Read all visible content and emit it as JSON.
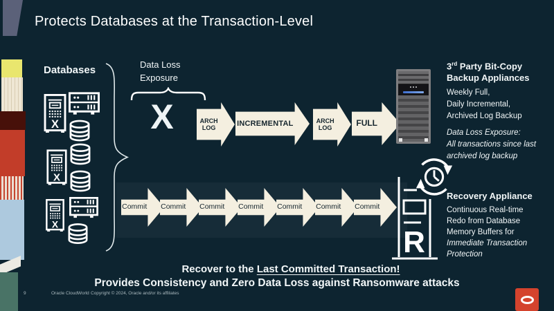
{
  "slide": {
    "title": "Protects Databases at the Transaction-Level",
    "page_number": "9",
    "footer_brand": "Oracle CloudWorld",
    "footer_copyright": "Copyright © 2024, Oracle and/or its affiliates"
  },
  "databases": {
    "label": "Databases",
    "tower_letter": "X"
  },
  "data_loss": {
    "line1": "Data Loss",
    "line2": "Exposure",
    "x_mark": "X"
  },
  "top_flow": {
    "steps": [
      "ARCH LOG",
      "INCREMENTAL",
      "ARCH LOG",
      "FULL"
    ]
  },
  "backup_appliance": {
    "title_num": "3",
    "title_ordinal": "rd",
    "title_rest": " Party Bit-Copy",
    "title_line2": "Backup Appliances",
    "schedule": [
      "Weekly Full,",
      "Daily Incremental,",
      "Archived Log Backup"
    ],
    "exposure_title": "Data Loss Exposure:",
    "exposure_lines": [
      "All transactions since last",
      "archived log backup"
    ]
  },
  "recovery_appliance": {
    "title": "Recovery Appliance",
    "description": [
      "Continuous Real-time",
      "Redo from Database",
      "Memory Buffers for"
    ],
    "description_italic": [
      "Immediate Transaction",
      "Protection"
    ],
    "letter": "R"
  },
  "commit_flow": {
    "labels": [
      "Commit",
      "Commit",
      "Commit",
      "Commit",
      "Commit",
      "Commit",
      "Commit"
    ]
  },
  "conclusion": {
    "line1_prefix": "Recover to the ",
    "line1_underline": "Last Committed Transaction!",
    "line2": "Provides Consistency and Zero Data Loss against Ransomware attacks"
  },
  "colors": {
    "background": "#0d2430",
    "arrow_fill": "#f4efe0",
    "arrow_text": "#16262e",
    "oracle_red": "#d4432d"
  },
  "icons": {
    "tower_server": "tower-server-with-x-icon",
    "rack_server": "rack-server-icon",
    "database": "database-cylinder-icon",
    "clock": "clock-restore-icon",
    "recovery_rack": "recovery-appliance-rack-icon",
    "oracle_logo": "oracle-logo"
  }
}
